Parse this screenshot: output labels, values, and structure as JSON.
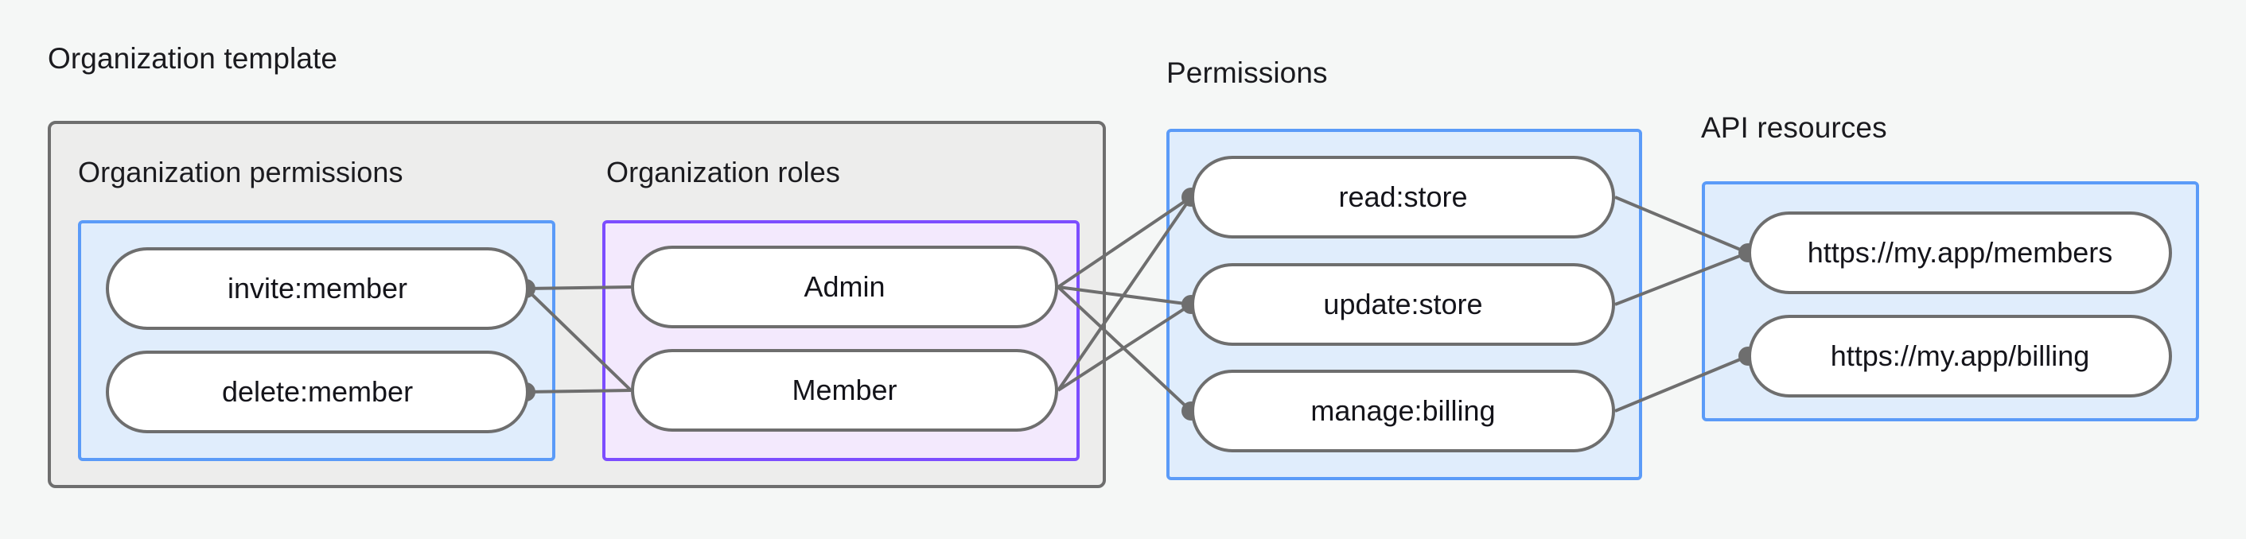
{
  "diagram": {
    "title_visible": false,
    "background": "#F5F7F6",
    "colors": {
      "node_border": "#6E6E6E",
      "node_fill": "#FFFFFF",
      "blue_border": "#5B9BF8",
      "blue_fill": "#E0EDFC",
      "purple_border": "#7C4DFF",
      "purple_fill": "#F3E9FD",
      "gray_border": "#6E6E6E",
      "gray_fill": "#EDEDEC",
      "edge": "#6E6E6E",
      "text": "#1B1B1F"
    },
    "groups": {
      "organization_template": {
        "label": "Organization template"
      },
      "organization_permissions": {
        "label": "Organization permissions"
      },
      "organization_roles": {
        "label": "Organization roles"
      },
      "permissions": {
        "label": "Permissions"
      },
      "api_resources": {
        "label": "API resources"
      }
    },
    "nodes": {
      "organization_permissions": [
        {
          "id": "invite-member",
          "label": "invite:member"
        },
        {
          "id": "delete-member",
          "label": "delete:member"
        }
      ],
      "organization_roles": [
        {
          "id": "admin",
          "label": "Admin"
        },
        {
          "id": "member",
          "label": "Member"
        }
      ],
      "permissions": [
        {
          "id": "read-store",
          "label": "read:store"
        },
        {
          "id": "update-store",
          "label": "update:store"
        },
        {
          "id": "manage-billing",
          "label": "manage:billing"
        }
      ],
      "api_resources": [
        {
          "id": "members-url",
          "label": "https://my.app/members"
        },
        {
          "id": "billing-url",
          "label": "https://my.app/billing"
        }
      ]
    },
    "edges": [
      {
        "from": "invite-member",
        "to": "admin"
      },
      {
        "from": "invite-member",
        "to": "member"
      },
      {
        "from": "delete-member",
        "to": "member"
      },
      {
        "from": "admin",
        "to": "read-store"
      },
      {
        "from": "admin",
        "to": "update-store"
      },
      {
        "from": "admin",
        "to": "manage-billing"
      },
      {
        "from": "member",
        "to": "read-store"
      },
      {
        "from": "member",
        "to": "update-store"
      },
      {
        "from": "read-store",
        "to": "members-url"
      },
      {
        "from": "update-store",
        "to": "members-url"
      },
      {
        "from": "manage-billing",
        "to": "billing-url"
      }
    ]
  }
}
